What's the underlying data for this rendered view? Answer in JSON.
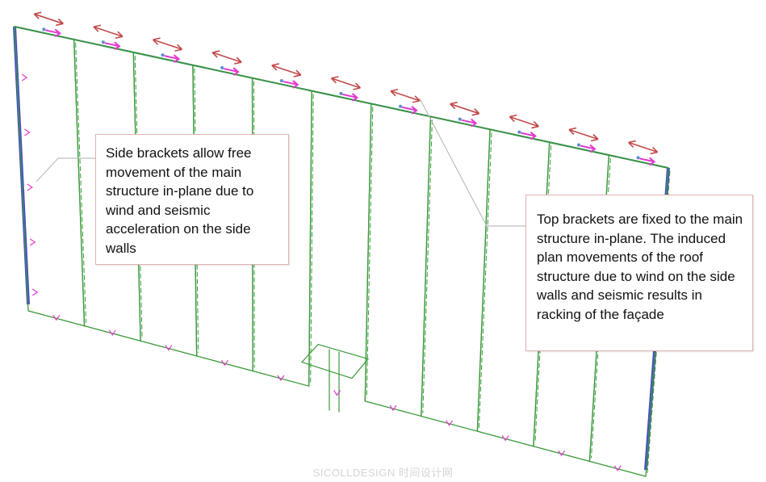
{
  "diagram": {
    "panel_count": 11,
    "colors": {
      "panel_line": "#3a9a3a",
      "top_beam": "#2b7a5a",
      "end_column": "#4a4acc",
      "arrow": "#c24a4a",
      "bracket": "#e23ad0",
      "callout_border": "#e2b2b2",
      "leader": "#bdbdbd"
    },
    "icons": [
      "double-arrow-icon",
      "bracket-marker-icon"
    ]
  },
  "callouts": {
    "side": {
      "text": "Side brackets allow free movement of the main structure in-plane due to wind and seismic acceleration on the side walls"
    },
    "top": {
      "text": "Top brackets are fixed to the main structure in-plane. The induced plan movements of the roof structure due to wind on the side walls and seismic results in racking of the façade"
    }
  },
  "watermark": {
    "text": "SICOLLDESIGN 时间设计网"
  }
}
